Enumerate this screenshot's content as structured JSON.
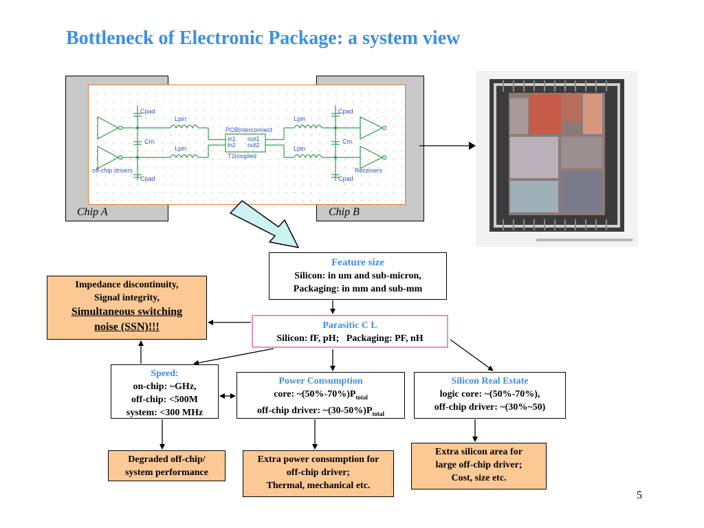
{
  "title": "Bottleneck of Electronic Package: a system view",
  "schematic": {
    "chip_a_label": "Chip A",
    "chip_b_label": "Chip B",
    "cpad": "Cpad",
    "cm": "Cm",
    "lpin": "Lpin",
    "pcb_interconnect": "PCBInterconnect",
    "in1": "in1",
    "out1": "out1",
    "in2": "in2",
    "out2": "out2",
    "t2coupled": "T2coupled",
    "off_chip_drivers": "off-chip drivers",
    "receivers": "Receivers"
  },
  "feature": {
    "title": "Feature size",
    "line1": "Silicon: in um and sub-micron,",
    "line2": "Packaging: in mm and sub-mm"
  },
  "parasitic": {
    "title": "Parasitic C L",
    "line1": "Silicon: fF, pH;   Packaging: PF, nH"
  },
  "impedance": {
    "line1": "Impedance discontinuity,",
    "line2": "Signal integrity,",
    "line3": "Simultaneous switching",
    "line4": "noise (SSN)!!!"
  },
  "speed": {
    "title": "Speed:",
    "line1": "on-chip: ~GHz,",
    "line2": "off-chip: <500M",
    "line3": "system: <300 MHz"
  },
  "power": {
    "title": "Power Consumption",
    "line1": "core: ~(50%-70%)P",
    "line1_sub": "total",
    "line2": "off-chip driver: ~(30-50%)P",
    "line2_sub": "total"
  },
  "silicon": {
    "title": "Silicon Real Estate",
    "line1": "logic core: ~(50%-70%),",
    "line2": "off-chip driver: ~(30%~50)"
  },
  "degraded": {
    "line1": "Degraded off-chip/",
    "line2": "system performance"
  },
  "extra_power": {
    "line1": "Extra power consumption for",
    "line2": "off-chip driver;",
    "line3": "Thermal, mechanical etc."
  },
  "extra_silicon": {
    "line1": "Extra silicon area for",
    "line2": "large off-chip driver;",
    "line3": "Cost, size etc."
  },
  "page_number": "5",
  "colors": {
    "title": "#3a8fe6",
    "orange_fill": "#fcc995",
    "chip_gray": "#c8c8c8",
    "schematic_green": "#2a9d4a",
    "schematic_blue": "#3050c8"
  }
}
